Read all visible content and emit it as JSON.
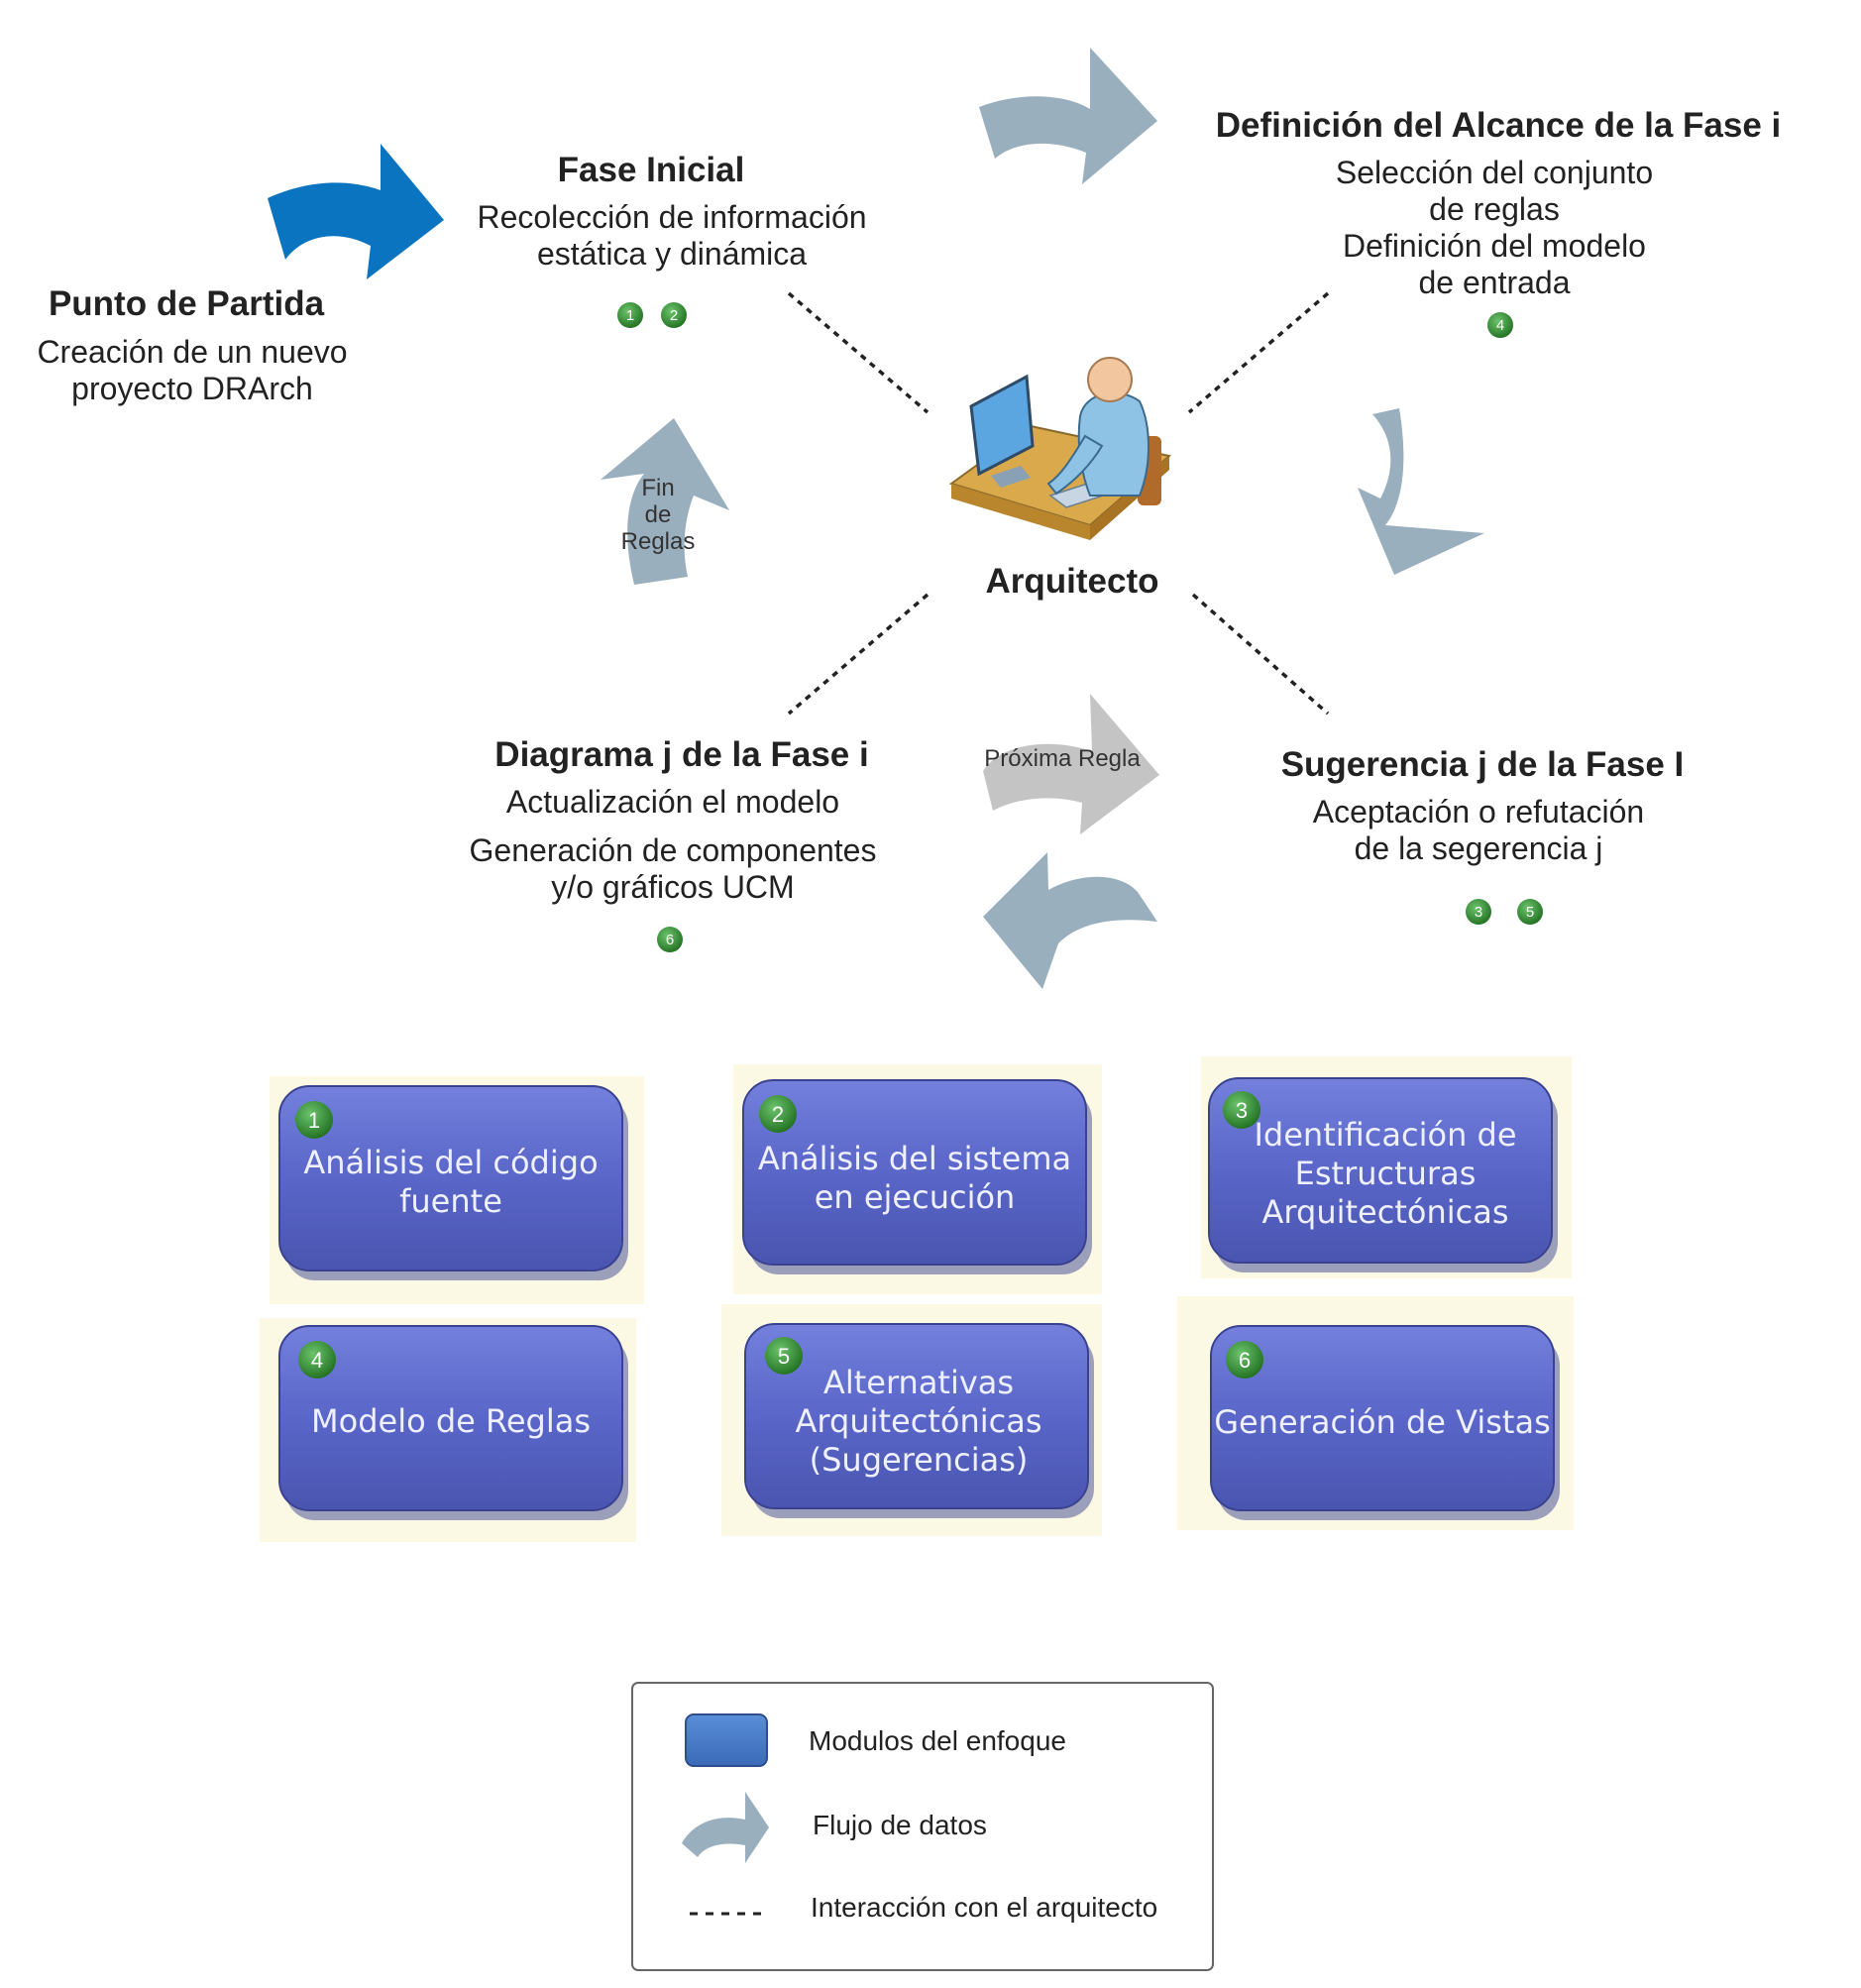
{
  "start": {
    "title": "Punto de Partida",
    "lines": [
      "Creación de un nuevo",
      "proyecto DRArch"
    ]
  },
  "phases": {
    "initial": {
      "title": "Fase Inicial",
      "lines": [
        "Recolección de información",
        "estática y dinámica"
      ],
      "badges": [
        "1",
        "2"
      ]
    },
    "scope": {
      "title": "Definición del Alcance de la Fase i",
      "lines": [
        "Selección del conjunto",
        "de reglas",
        "Definición del modelo",
        "de entrada"
      ],
      "badges": [
        "4"
      ]
    },
    "suggestion": {
      "title": "Sugerencia j de la Fase I",
      "lines": [
        "Aceptación o refutación",
        "de la segerencia j"
      ],
      "badges": [
        "3",
        "5"
      ]
    },
    "diagram": {
      "title": "Diagrama j de la Fase i",
      "lines": [
        "Actualización el modelo",
        "Generación de componentes",
        "y/o gráficos UCM"
      ],
      "badges": [
        "6"
      ]
    }
  },
  "center": {
    "label": "Arquitecto"
  },
  "arrow_labels": {
    "end_rules": [
      "Fin",
      "de",
      "Reglas"
    ],
    "next_rule": "Próxima Regla"
  },
  "modules": [
    {
      "number": "1",
      "lines": [
        "Análisis del código",
        "fuente"
      ]
    },
    {
      "number": "2",
      "lines": [
        "Análisis del sistema",
        "en ejecución"
      ]
    },
    {
      "number": "3",
      "lines": [
        "Identificación de",
        "Estructuras",
        "Arquitectónicas"
      ]
    },
    {
      "number": "4",
      "lines": [
        "Modelo de Reglas"
      ]
    },
    {
      "number": "5",
      "lines": [
        "Alternativas",
        "Arquitectónicas",
        "(Sugerencias)"
      ]
    },
    {
      "number": "6",
      "lines": [
        "Generación de Vistas"
      ]
    }
  ],
  "legend": {
    "items": [
      {
        "icon": "module-icon",
        "label": "Modulos del enfoque"
      },
      {
        "icon": "arrow-icon",
        "label": "Flujo de datos"
      },
      {
        "icon": "dashed-line-icon",
        "label": "Interacción con el arquitecto"
      }
    ]
  },
  "colors": {
    "start_arrow": "#0b74c0",
    "flow_arrow": "#9aafbe",
    "next_rule_arrow": "#c4c4c4",
    "module_fill": "#5a66c8",
    "badge_fill": "#2f8a2f",
    "module_backdrop": "#fbf8e4"
  }
}
